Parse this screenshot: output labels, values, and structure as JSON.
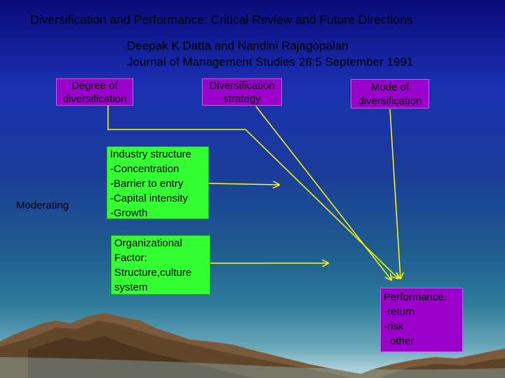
{
  "title": "Diversification and Performance: Critical Review and Future Directions",
  "authors": "Deepak K Datta and Nandini Rajagopalan",
  "journal": "Journal of Management Studies 28:5 September 1991",
  "boxes": {
    "degree": [
      "Degree of",
      "diversification"
    ],
    "strategy": [
      "Diversification",
      "strategy"
    ],
    "mode": [
      "Mode of",
      "diversification"
    ],
    "industry": [
      "Industry structure",
      "-Concentration",
      "-Barrier to entry",
      "-Capital intensity",
      "-Growth"
    ],
    "organizational": [
      "Organizational",
      "Factor:",
      "Structure,culture",
      "system"
    ],
    "performance": [
      "Performance:",
      "-return",
      "-risk",
      "- other"
    ]
  },
  "moderating_label": "Moderating",
  "colors": {
    "box_purple": "#9b00cc",
    "box_green": "#33ff33",
    "arrow_yellow": "#ffff00",
    "background_top": "#0a0a7a"
  }
}
